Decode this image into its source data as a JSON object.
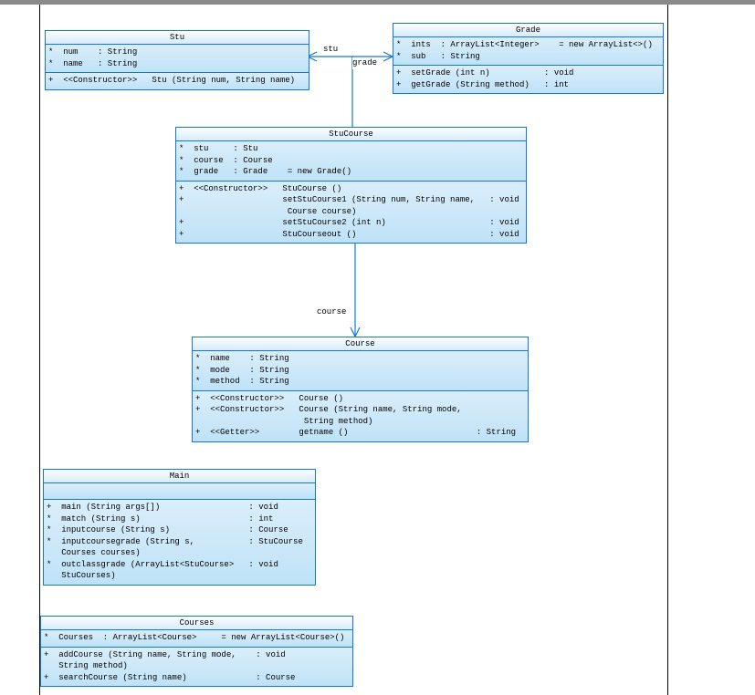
{
  "window": {
    "top_bar_color": "#8a8a8a",
    "frame_line_color": "#000000",
    "canvas_color": "#ffffff"
  },
  "diagram": {
    "style": {
      "box_border_color": "#1578ce",
      "box_fill_top": "#daeefb",
      "box_fill_bottom": "#bfe2f7",
      "title_fill_top": "#fbfdff",
      "title_fill_bottom": "#d6ecfa",
      "connector_color": "#1578ce",
      "text_color": "#000000"
    },
    "classes": [
      {
        "id": "stu",
        "title": "Stu",
        "attributes": [
          "*  num    : String",
          "*  name   : String"
        ],
        "methods": [
          "+  <<Constructor>>   Stu (String num, String name)"
        ]
      },
      {
        "id": "grade",
        "title": "Grade",
        "attributes": [
          "*  ints  : ArrayList<Integer>    = new ArrayList<>()",
          "*  sub   : String"
        ],
        "methods": [
          "+  setGrade (int n)           : void",
          "+  getGrade (String method)   : int"
        ]
      },
      {
        "id": "stucourse",
        "title": "StuCourse",
        "attributes": [
          "*  stu     : Stu",
          "*  course  : Course",
          "*  grade   : Grade    = new Grade()"
        ],
        "methods": [
          "+  <<Constructor>>   StuCourse ()",
          "+                    setStuCourse1 (String num, String name,   : void\n                      Course course)",
          "+                    setStuCourse2 (int n)                     : void",
          "+                    StuCourseout ()                           : void"
        ]
      },
      {
        "id": "course",
        "title": "Course",
        "attributes": [
          "*  name    : String",
          "*  mode    : String",
          "*  method  : String"
        ],
        "methods": [
          "+  <<Constructor>>   Course ()",
          "+  <<Constructor>>   Course (String name, String mode,\n                      String method)",
          "+  <<Getter>>        getname ()                          : String"
        ]
      },
      {
        "id": "main",
        "title": "Main",
        "attributes": [],
        "methods": [
          "+  main (String args[])                  : void",
          "*  match (String s)                      : int",
          "*  inputcourse (String s)                : Course",
          "*  inputcoursegrade (String s,           : StuCourse\n   Courses courses)",
          "*  outclassgrade (ArrayList<StuCourse>   : void\n   StuCourses)"
        ]
      },
      {
        "id": "courses",
        "title": "Courses",
        "attributes": [
          "*  Courses  : ArrayList<Course>     = new ArrayList<Course>()"
        ],
        "methods": [
          "+  addCourse (String name, String mode,    : void\n   String method)",
          "+  searchCourse (String name)              : Course"
        ]
      }
    ],
    "connector_labels": {
      "stu": "stu",
      "grade": "grade",
      "course": "course"
    }
  }
}
